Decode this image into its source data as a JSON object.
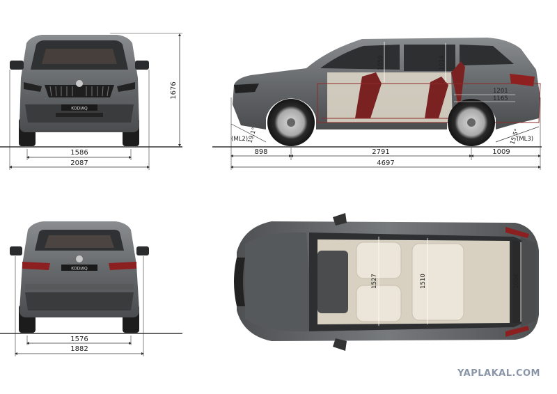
{
  "front_view": {
    "height": "1676",
    "track": "1586",
    "width": "2087",
    "badge": "KODIAQ"
  },
  "side_view": {
    "overhang_front": "898",
    "wheelbase": "2791",
    "overhang_rear": "1009",
    "length": "4697",
    "approach_label": "(ML2)",
    "approach_angle": "19,1°",
    "departure_label": "(ML3)",
    "departure_angle": "15,5°",
    "headroom_front": "1059",
    "headroom_rear": "1014",
    "rear_dim_1": "1201",
    "rear_dim_2": "1165"
  },
  "rear_view": {
    "track": "1576",
    "width": "1882",
    "badge": "KODIAQ"
  },
  "top_view": {
    "width_front_seat": "1527",
    "width_rear_seat": "1510",
    "width_boot": "1004"
  },
  "watermark": "YAPLAKAL.COM",
  "colors": {
    "body": "#6b6e70",
    "body_dark": "#3c3e40",
    "interior": "#e3ddd0",
    "accent_red": "#9c2a2a",
    "line": "#333333"
  }
}
